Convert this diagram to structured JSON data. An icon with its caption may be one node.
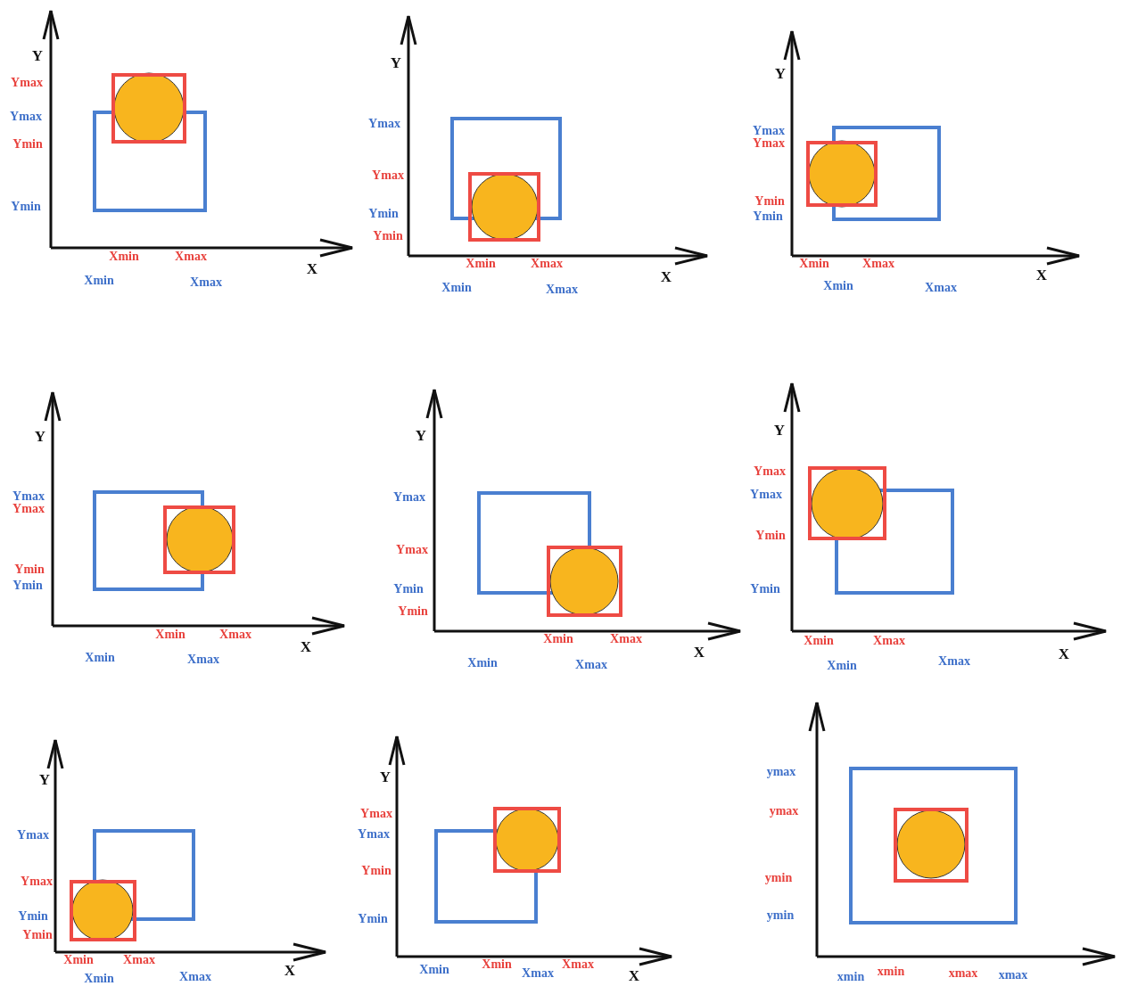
{
  "diagram": {
    "labels": [
      "Y",
      "Ymax",
      "Ymax",
      "Ymin",
      "Ymin",
      "Xmin",
      "Xmax",
      "X",
      "Xmin",
      "Xmax",
      "Y",
      "Ymax",
      "Ymax",
      "Ymin",
      "Ymin",
      "Xmin",
      "Xmax",
      "X",
      "Xmin",
      "Xmax",
      "Y",
      "Ymax",
      "Ymax",
      "Ymin",
      "Ymin",
      "Xmin",
      "Xmax",
      "X",
      "Xmin",
      "Xmax",
      "Y",
      "Ymax",
      "Ymax",
      "Ymin",
      "Ymin",
      "Xmin",
      "Xmax",
      "X",
      "Xmin",
      "Xmax",
      "Y",
      "Ymax",
      "Ymax",
      "Ymin",
      "Ymin",
      "Xmin",
      "Xmax",
      "X",
      "Xmin",
      "Xmax",
      "Y",
      "Ymax",
      "Ymax",
      "Ymin",
      "Ymin",
      "Xmin",
      "Xmax",
      "X",
      "Xmin",
      "Xmax",
      "Y",
      "Ymax",
      "Ymax",
      "Ymin",
      "Ymin",
      "Xmin",
      "Xmax",
      "X",
      "Xmin",
      "Xmax",
      "Y",
      "Ymax",
      "Ymax",
      "Ymin",
      "Ymin",
      "Xmin",
      "Xmax",
      "Xmin",
      "Xmax",
      "X",
      "ymax",
      "ymax",
      "ymin",
      "ymin",
      "xmin",
      "xmax",
      "xmax",
      "xmin"
    ]
  }
}
